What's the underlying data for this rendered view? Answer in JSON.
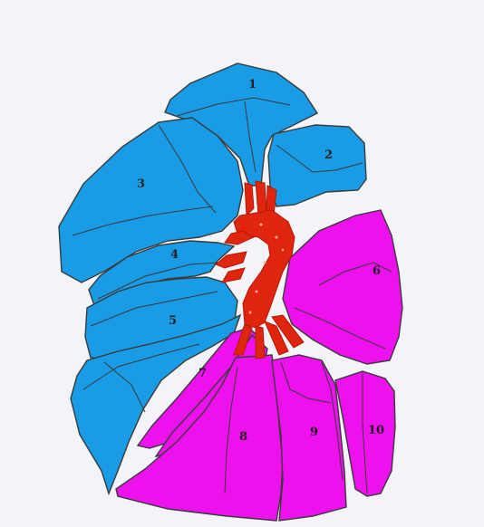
{
  "segments": [
    {
      "id": "1",
      "label": "1",
      "lung": "right"
    },
    {
      "id": "2",
      "label": "2",
      "lung": "right"
    },
    {
      "id": "3",
      "label": "3",
      "lung": "right"
    },
    {
      "id": "4",
      "label": "4",
      "lung": "right"
    },
    {
      "id": "5",
      "label": "5",
      "lung": "right"
    },
    {
      "id": "6",
      "label": "6",
      "lung": "left"
    },
    {
      "id": "7",
      "label": "7",
      "lung": "left"
    },
    {
      "id": "8",
      "label": "8",
      "lung": "left"
    },
    {
      "id": "9",
      "label": "9",
      "lung": "left"
    },
    {
      "id": "10",
      "label": "10",
      "lung": "left"
    }
  ],
  "colors": {
    "right_lung": "#1a9be6",
    "left_lung": "#ee11ee",
    "vessels": "#e0250f",
    "background": "#f2f4f7"
  }
}
